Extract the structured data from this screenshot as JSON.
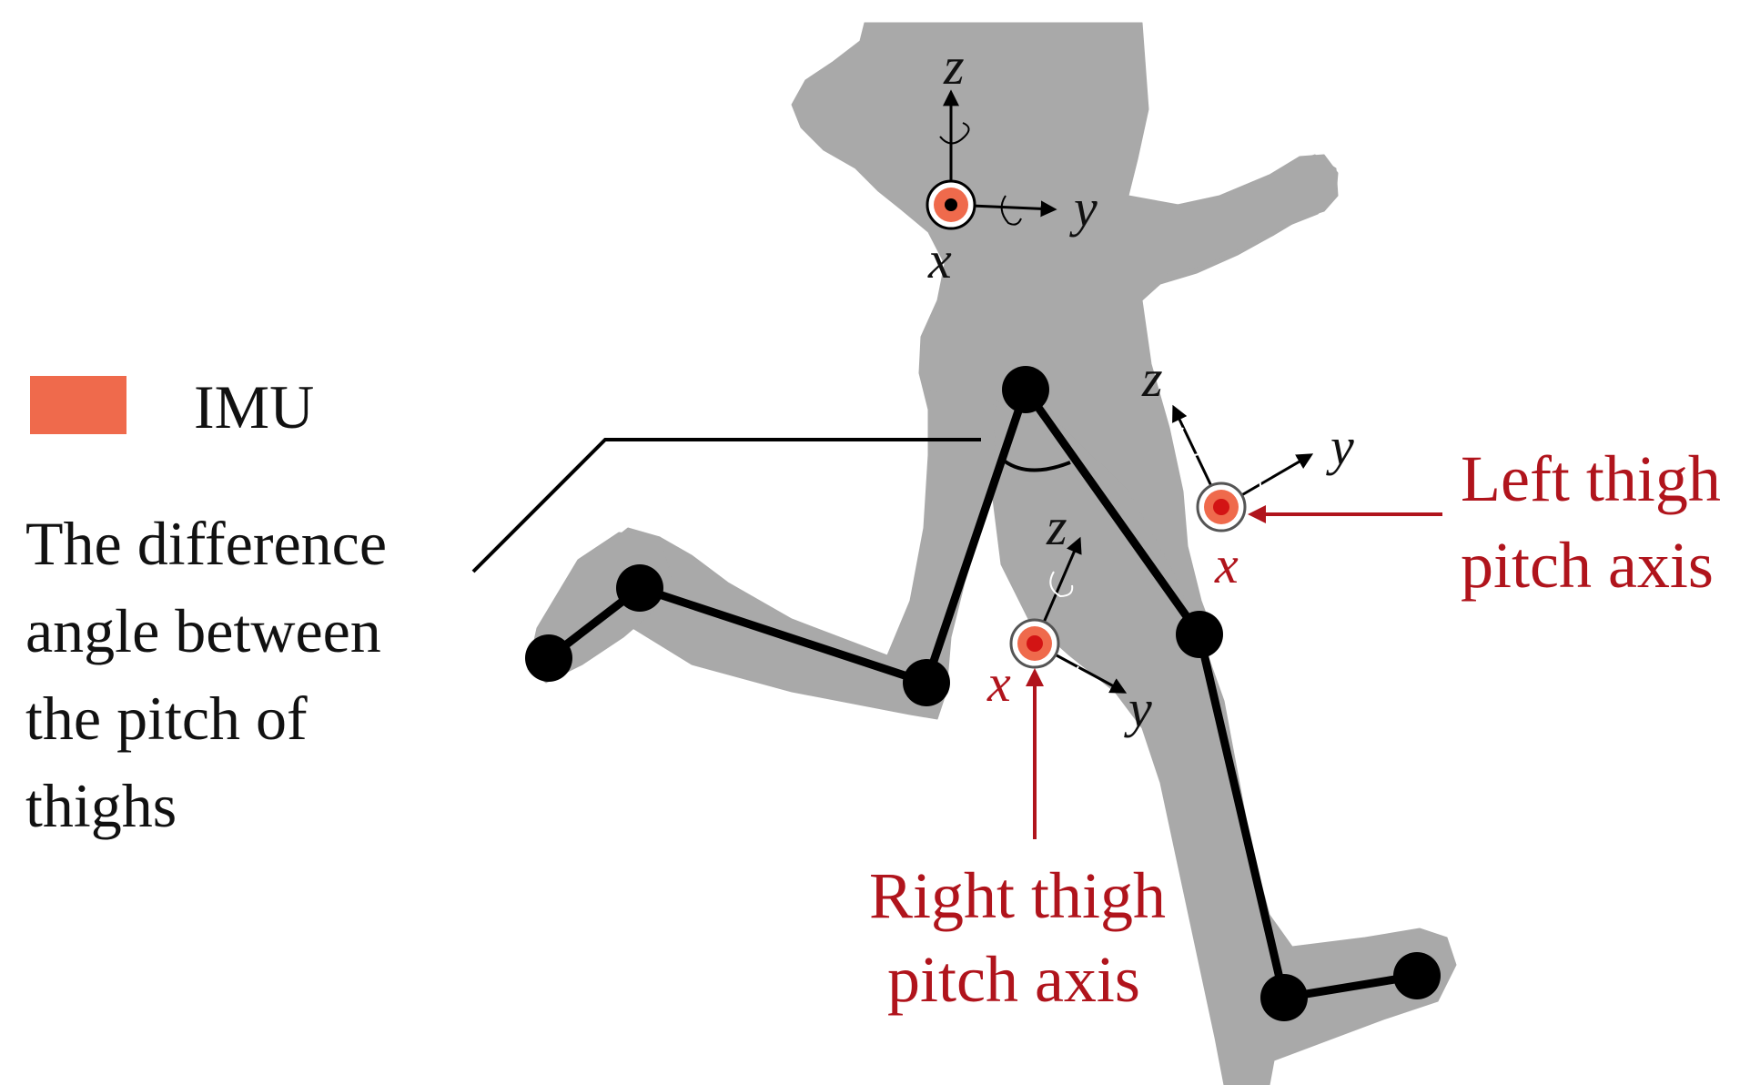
{
  "colors": {
    "background": "#ffffff",
    "silhouette": "#a9a9a9",
    "skeleton": "#000000",
    "imu": "#ef6a4c",
    "imu_core": "#d31414",
    "callout": "#b0141c",
    "text": "#111111"
  },
  "legend": {
    "label": "IMU"
  },
  "angle_description": {
    "lines": [
      "The difference",
      "angle between",
      "the pitch of",
      "thighs"
    ]
  },
  "left_thigh_callout": {
    "lines": [
      "Left thigh",
      "pitch axis"
    ]
  },
  "right_thigh_callout": {
    "lines": [
      "Right thigh",
      "pitch axis"
    ]
  },
  "imu_chest": {
    "x_label": "x",
    "y_label": "y",
    "z_label": "z"
  },
  "imu_left_thigh": {
    "x_label": "x",
    "y_label": "y",
    "z_label": "z"
  },
  "imu_right_thigh": {
    "x_label": "x",
    "y_label": "y",
    "z_label": "z"
  }
}
